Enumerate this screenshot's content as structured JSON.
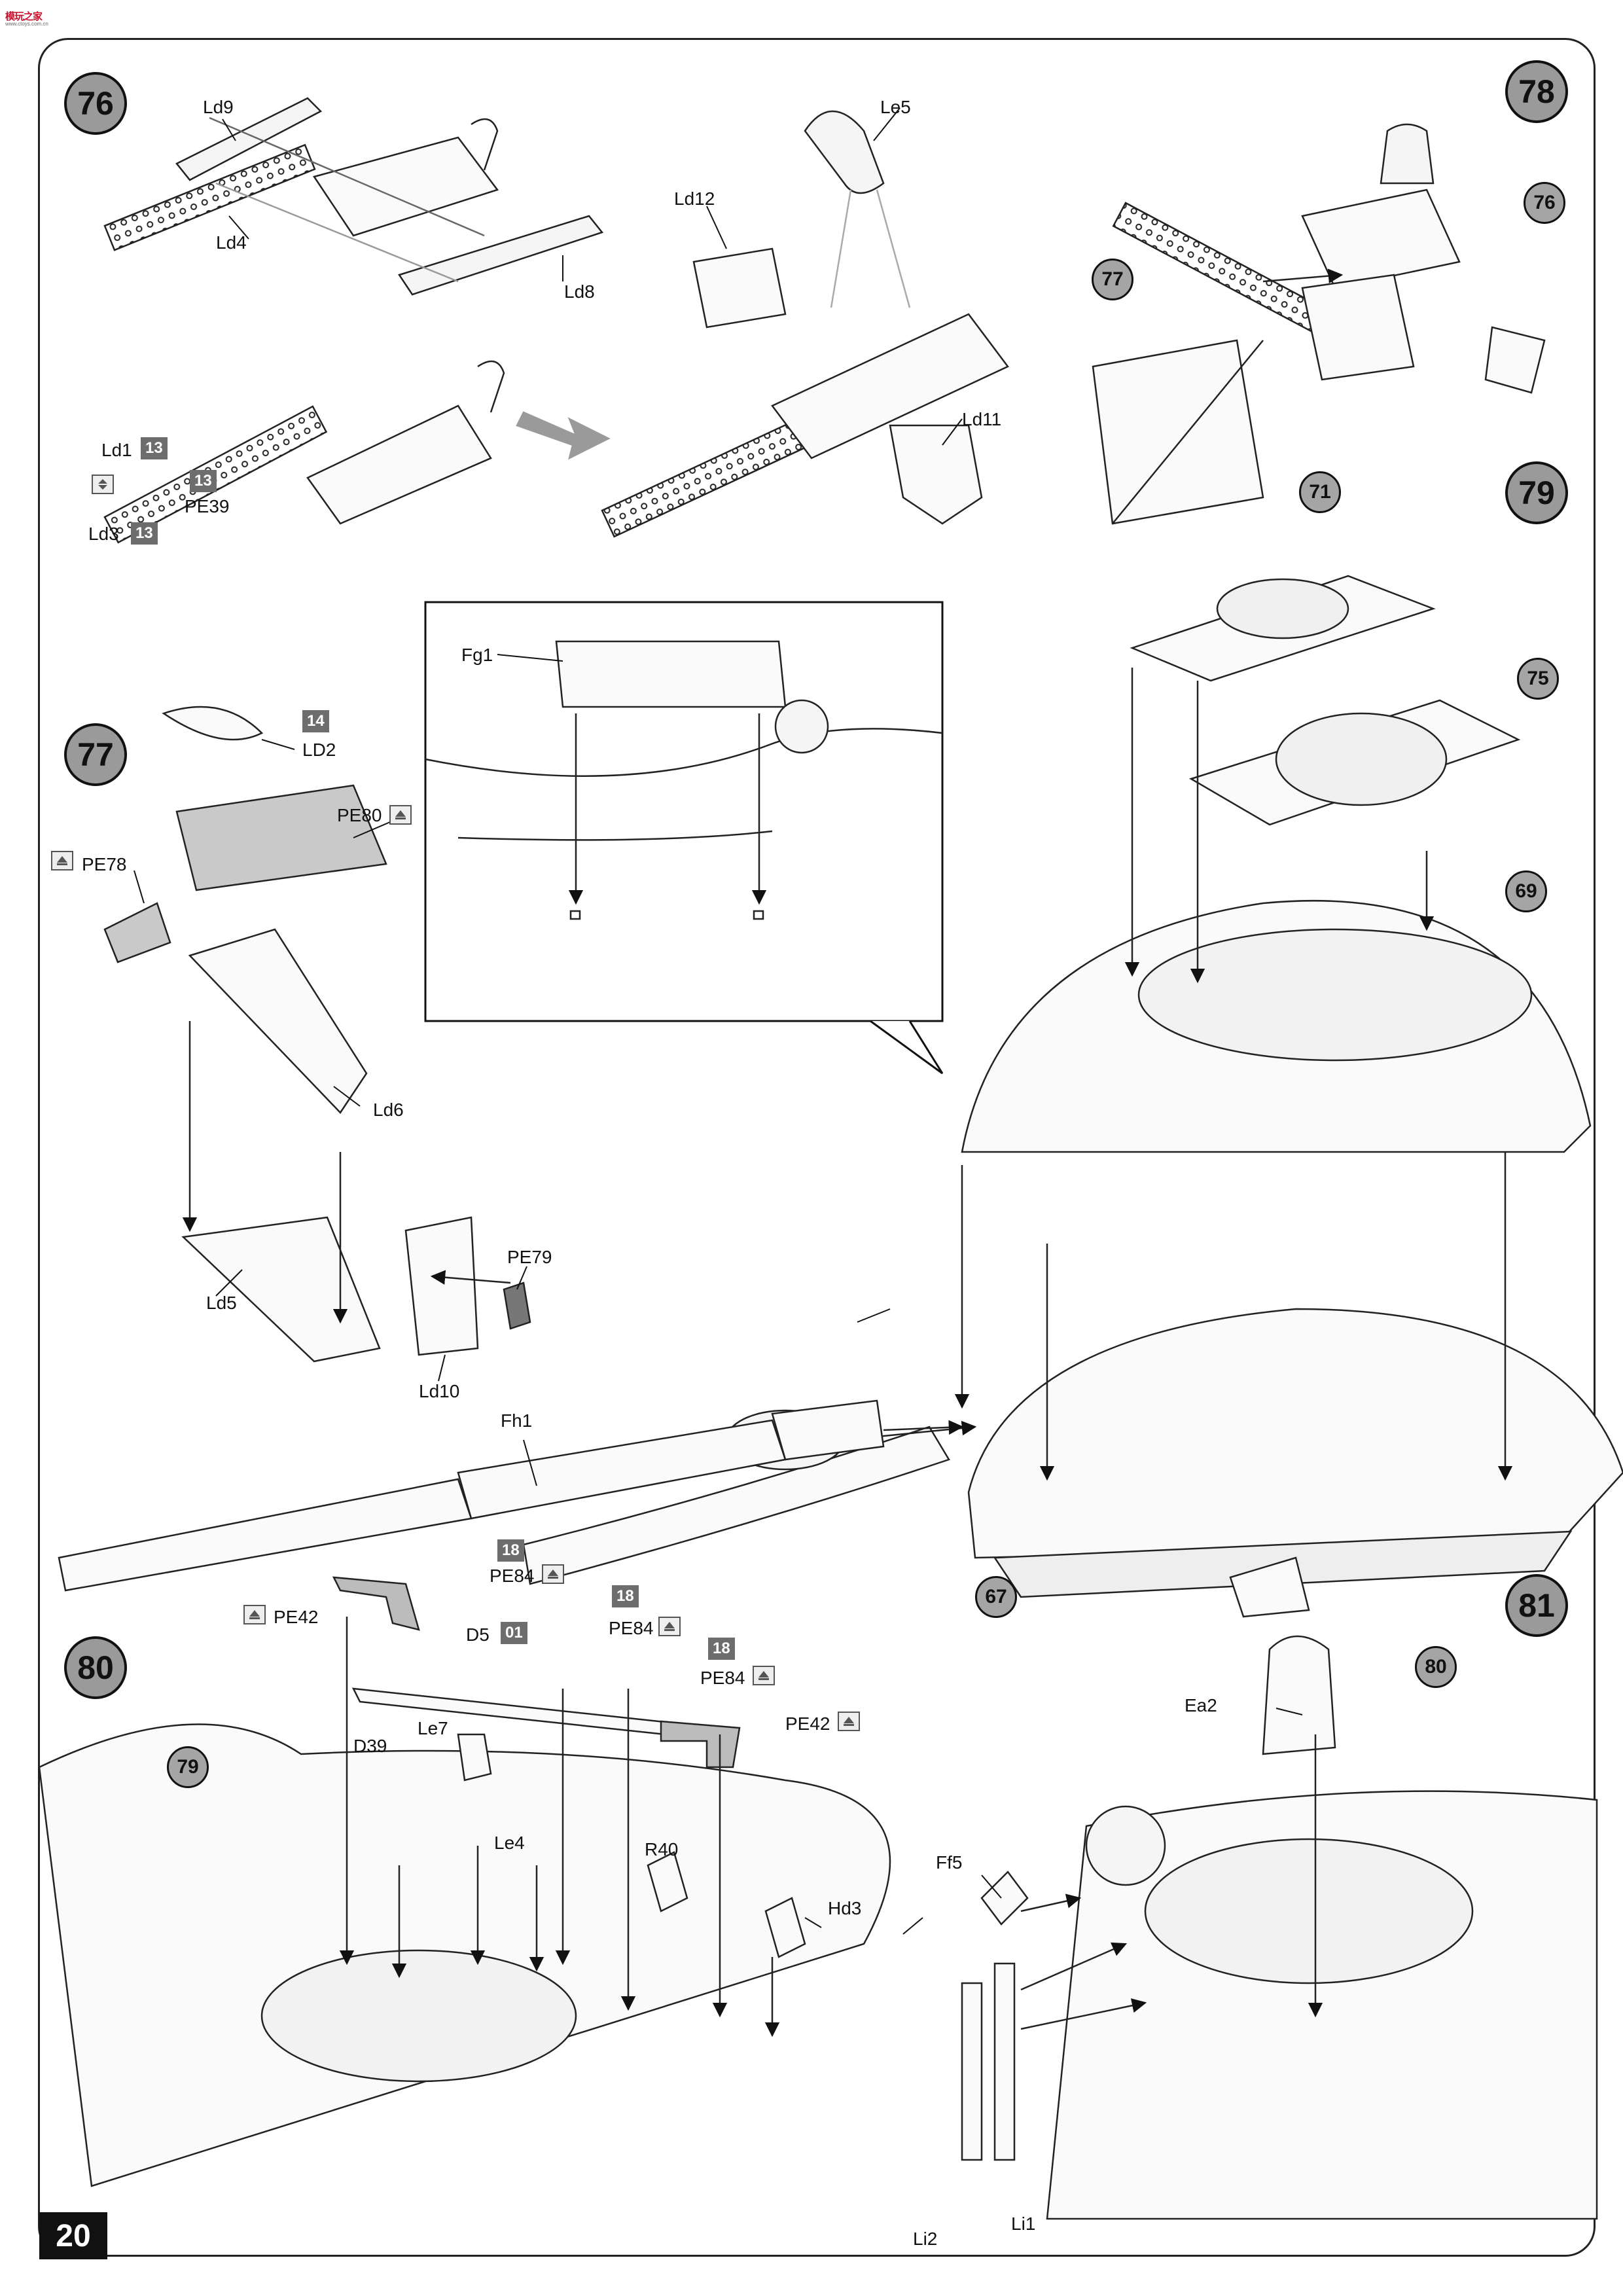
{
  "page": {
    "number": "20"
  },
  "watermark": {
    "text": "模玩之家",
    "sub": "www.ctoys.com.cn"
  },
  "steps": [
    {
      "id": "s76",
      "label": "76"
    },
    {
      "id": "s77",
      "label": "77"
    },
    {
      "id": "s78",
      "label": "78"
    },
    {
      "id": "s79",
      "label": "79"
    },
    {
      "id": "s80",
      "label": "80"
    },
    {
      "id": "s81",
      "label": "81"
    }
  ],
  "refs": {
    "r76": "76",
    "r77": "77",
    "r71": "71",
    "r75": "75",
    "r69": "69",
    "r67": "67",
    "r79": "79",
    "r80": "80"
  },
  "parts": {
    "ld9": "Ld9",
    "ld4": "Ld4",
    "ld8": "Ld8",
    "ld1": "Ld1",
    "pe39": "PE39",
    "ld3": "Ld3",
    "le5": "Le5",
    "ld12": "Ld12",
    "ld11": "Ld11",
    "ld2": "LD2",
    "pe80": "PE80",
    "pe78": "PE78",
    "ld6": "Ld6",
    "ld5": "Ld5",
    "pe79": "PE79",
    "ld10": "Ld10",
    "fg1": "Fg1",
    "fh1": "Fh1",
    "pe42a": "PE42",
    "pe84a": "PE84",
    "d5": "D5",
    "pe84b": "PE84",
    "pe84c": "PE84",
    "pe42b": "PE42",
    "d39": "D39",
    "le7": "Le7",
    "le4": "Le4",
    "r40": "R40",
    "hd3": "Hd3",
    "ea2": "Ea2",
    "ff5": "Ff5",
    "li2": "Li2",
    "li1": "Li1"
  },
  "badges": {
    "b_ld1": "13",
    "b_pe39": "13",
    "b_ld3": "13",
    "b_ld2": "14",
    "b_pe84a": "18",
    "b_d5": "01",
    "b_pe84b": "18",
    "b_pe84c": "18"
  },
  "icons": {
    "flip": "flip-over-icon",
    "glue": "glue-icon",
    "arrow": "direction-arrow-icon"
  }
}
